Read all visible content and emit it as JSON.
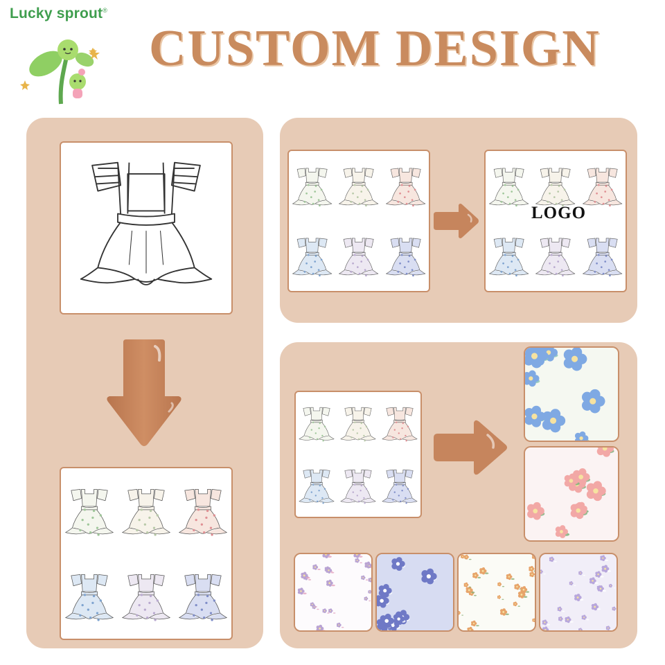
{
  "brand": {
    "name": "Lucky sprout",
    "mark": "®"
  },
  "header": {
    "title": "CUSTOM  DESIGN"
  },
  "logo_overlay": {
    "text": "LOGO"
  },
  "icons": [
    "sprout-mascot-icon",
    "star-icon",
    "down-arrow-icon",
    "right-arrow-icon"
  ],
  "colors": {
    "panel": "#e7cbb6",
    "border": "#c88f6a",
    "arrow": "#c6855d",
    "title": "#c98b5e",
    "brand": "#3f9e4e"
  },
  "garment_variants": [
    {
      "name": "white-floral",
      "fill": "#f4f6ee",
      "dot": "#9fc79a"
    },
    {
      "name": "cream-floral",
      "fill": "#f7f3ea",
      "dot": "#b8c9a8"
    },
    {
      "name": "pink-floral",
      "fill": "#f7e6df",
      "dot": "#e08f93"
    },
    {
      "name": "blue-floral",
      "fill": "#dde8f4",
      "dot": "#7ea3cf"
    },
    {
      "name": "lilac-floral",
      "fill": "#ede8f2",
      "dot": "#b9a9cf"
    },
    {
      "name": "purple-floral",
      "fill": "#d9def2",
      "dot": "#7f8dc8"
    }
  ],
  "fabric_swatches": [
    {
      "name": "blue-flower-fabric",
      "bg": "#f5f8f1",
      "a": "#7fa9e3",
      "b": "#8cc7b8"
    },
    {
      "name": "pink-flower-fabric",
      "bg": "#fbf3f3",
      "a": "#f2a8a6",
      "b": "#7fb07a"
    },
    {
      "name": "lilac-ditsy-fabric",
      "bg": "#fdfbfd",
      "a": "#b9a3d3",
      "b": "#e4a7c2"
    },
    {
      "name": "periwinkle-floral-fabric",
      "bg": "#d7dcf2",
      "a": "#6f79c6",
      "b": "#ffffff"
    },
    {
      "name": "cherry-ditsy-fabric",
      "bg": "#fbfbf6",
      "a": "#e7a46a",
      "b": "#8fb07a"
    },
    {
      "name": "lavender-floral-fabric",
      "bg": "#f1eef8",
      "a": "#b8a7dc",
      "b": "#ffffff"
    }
  ]
}
